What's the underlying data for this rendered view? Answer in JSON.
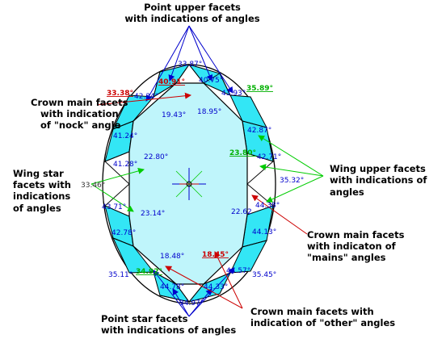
{
  "labels": {
    "point_upper": [
      "Point upper facets",
      "with indications of angles"
    ],
    "crown_nock": [
      "Crown main facets",
      "with indication",
      "of \"nock\" angle"
    ],
    "wing_star": [
      "Wing star",
      "facets with",
      "indications",
      "of angles"
    ],
    "wing_upper": [
      "Wing upper facets",
      "with indications of",
      "angles"
    ],
    "crown_mains": [
      "Crown main facets",
      "with indicaton of",
      "\"mains\" angles"
    ],
    "point_star": [
      "Point star facets",
      "with indications of angles"
    ],
    "crown_other": [
      "Crown main facets with",
      "indication of \"other\" angles"
    ]
  },
  "angles": {
    "a_33_87": "33.87°",
    "a_33_38": "33.38°",
    "a_40_91": "40.91°",
    "a_40_75": "40.75°",
    "a_35_89": "35.89°",
    "a_42_24": "42.24°",
    "a_43_93": "43.93°",
    "a_19_43": "19.43°",
    "a_18_95": "18.95°",
    "a_41_24": "41.24°",
    "a_42_87": "42.87°",
    "a_22_80": "22.80°",
    "a_23_80": "23.80°",
    "a_42_71": "42.71°",
    "a_41_28": "41.28°",
    "a_33_46": "33.46°",
    "a_35_32": "35.32°",
    "a_43_71": "43.71°",
    "a_23_14": "23.14°",
    "a_22_62": "22.62",
    "a_44_38": "44.38°",
    "a_42_78": "42.78°",
    "a_44_13": "44.13°",
    "a_18_48": "18.48°",
    "a_18_45": "18.45°",
    "a_35_11": "35.11°",
    "a_34_92": "34.92°",
    "a_44_57": "44.57°",
    "a_35_45": "35.45°",
    "a_44_78": "44.78°",
    "a_44_33": "44.33°",
    "a_34_97": "34.97°"
  },
  "colors": {
    "facet_cyan": "#33e6f5",
    "table_light": "#bff5fb",
    "outline": "#000000",
    "arrow_blue": "#0000cc",
    "arrow_red": "#cc0000",
    "arrow_green": "#00cc00"
  }
}
